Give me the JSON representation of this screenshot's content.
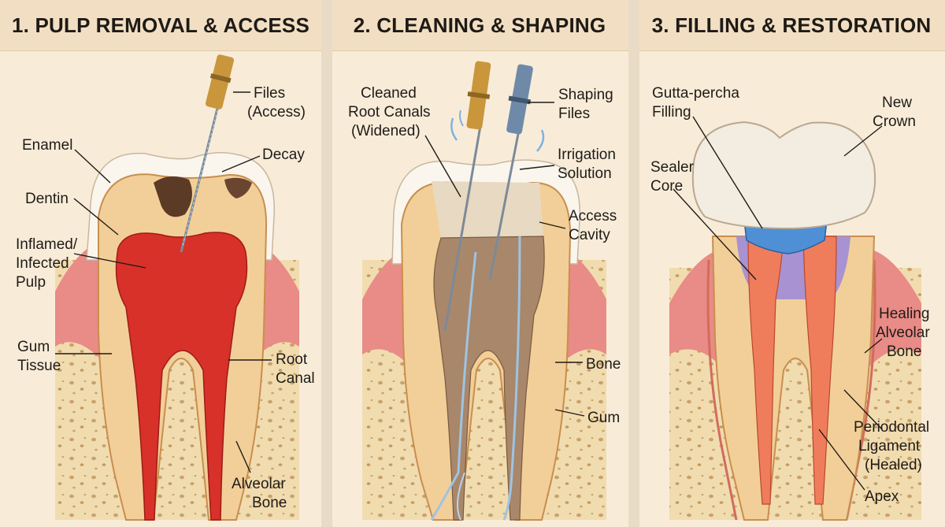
{
  "panels": [
    {
      "title": "1. PULP REMOVAL & ACCESS",
      "labels": {
        "files": [
          "Files",
          "(Access)"
        ],
        "enamel": [
          "Enamel"
        ],
        "decay": [
          "Decay"
        ],
        "dentin": [
          "Dentin"
        ],
        "pulp": [
          "Inflamed/",
          "Infected",
          "Pulp"
        ],
        "gum": [
          "Gum",
          "Tissue"
        ],
        "root_canal": [
          "Root",
          "Canal"
        ],
        "alveolar": [
          "Alveolar",
          "Bone"
        ]
      }
    },
    {
      "title": "2. CLEANING & SHAPING",
      "labels": {
        "cleaned": [
          "Cleaned",
          "Root Canals",
          "(Widened)"
        ],
        "shaping": [
          "Shaping",
          "Files"
        ],
        "irrigation": [
          "Irrigation",
          "Solution"
        ],
        "access": [
          "Access",
          "Cavity"
        ],
        "bone": [
          "Bone"
        ],
        "gum": [
          "Gum"
        ]
      }
    },
    {
      "title": "3. FILLING & RESTORATION",
      "labels": {
        "gutta": [
          "Gutta-percha",
          "Filling"
        ],
        "crown": [
          "New",
          "Crown"
        ],
        "sealer": [
          "Sealer",
          "Core"
        ],
        "healing": [
          "Healing",
          "Alveolar",
          "Bone"
        ],
        "ligament": [
          "Periodontal",
          "Ligament",
          "(Healed)"
        ],
        "apex": [
          "Apex"
        ]
      }
    }
  ],
  "colors": {
    "background": "#f8ecd9",
    "header": "#f2dfc3",
    "enamel": "#faf6ee",
    "dentin": "#f2cf98",
    "pulp_infected": "#d8312a",
    "gum": "#e98b86",
    "bone": "#f1dcb0",
    "gutta_percha": "#ef7d5c",
    "sealer": "#4f8fd6",
    "core": "#a892d2",
    "file_gold": "#c9963c",
    "file_steel": "#6f8aa8"
  }
}
